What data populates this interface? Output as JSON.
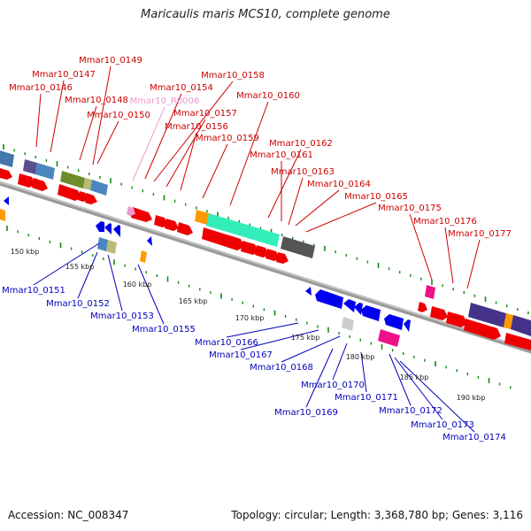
{
  "title": "Maricaulis maris MCS10, complete genome",
  "footer": {
    "accession": "Accession: NC_008347",
    "summary": "Topology: circular; Length: 3,368,780 bp; Genes: 3,116"
  },
  "colors": {
    "top_label": "#cc0000",
    "bottom_label": "#0000bb",
    "rna_label": "#ee99cc",
    "backbone": "#999999",
    "tick": "#118811",
    "kbp": "#222222"
  },
  "kbp_labels": [
    "150 kbp",
    "155 kbp",
    "160 kbp",
    "165 kbp",
    "170 kbp",
    "175 kbp",
    "180 kbp",
    "185 kbp",
    "190 kbp"
  ],
  "top_labels": [
    "Mmar10_0149",
    "Mmar10_0147",
    "Mmar10_0146",
    "Mmar10_0148",
    "Mmar10_0150",
    "Mmar10_0158",
    "Mmar10_0154",
    "Mmar10_R0006",
    "Mmar10_0160",
    "Mmar10_0157",
    "Mmar10_0156",
    "Mmar10_0159",
    "Mmar10_0162",
    "Mmar10_0161",
    "Mmar10_0163",
    "Mmar10_0164",
    "Mmar10_0165",
    "Mmar10_0175",
    "Mmar10_0176",
    "Mmar10_0177"
  ],
  "bottom_labels": [
    "Mmar10_0151",
    "Mmar10_0152",
    "Mmar10_0153",
    "Mmar10_0155",
    "Mmar10_0166",
    "Mmar10_0167",
    "Mmar10_0168",
    "Mmar10_0170",
    "Mmar10_0171",
    "Mmar10_0169",
    "Mmar10_0172",
    "Mmar10_0173",
    "Mmar10_0174"
  ]
}
